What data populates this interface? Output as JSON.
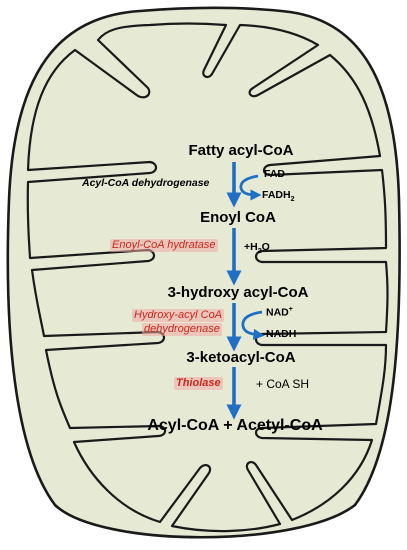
{
  "diagram": {
    "metabolites": {
      "fatty_acyl_coa": "Fatty acyl-CoA",
      "enoyl_coa": "Enoyl CoA",
      "hydroxy_acyl_coa": "3-hydroxy acyl-CoA",
      "ketoacyl_coa": "3-ketoacyl-CoA",
      "products": "Acyl-CoA + Acetyl-CoA"
    },
    "enzymes": {
      "step1": "Acyl-CoA dehydrogenase",
      "step2": "Enoyl-CoA hydratase",
      "step3_line1": "Hydroxy-acyl CoA",
      "step3_line2": "dehydrogenase",
      "step4": "Thiolase"
    },
    "cofactors": {
      "fad": "FAD",
      "fadh_base": "FADH",
      "fadh_sub": "2",
      "h2o_prefix": "+H",
      "h2o_sub": "2",
      "h2o_suffix": "O",
      "nad_base": "NAD",
      "nad_sup": "+",
      "nadh": "NADH",
      "coa_sh": "+ CoA SH"
    },
    "colors": {
      "matrix_fill": "#e6e9d3",
      "membrane_stroke": "#1a1a1a",
      "arrow_blue": "#1f6fc4",
      "enzyme_red": "#c8281e"
    }
  }
}
